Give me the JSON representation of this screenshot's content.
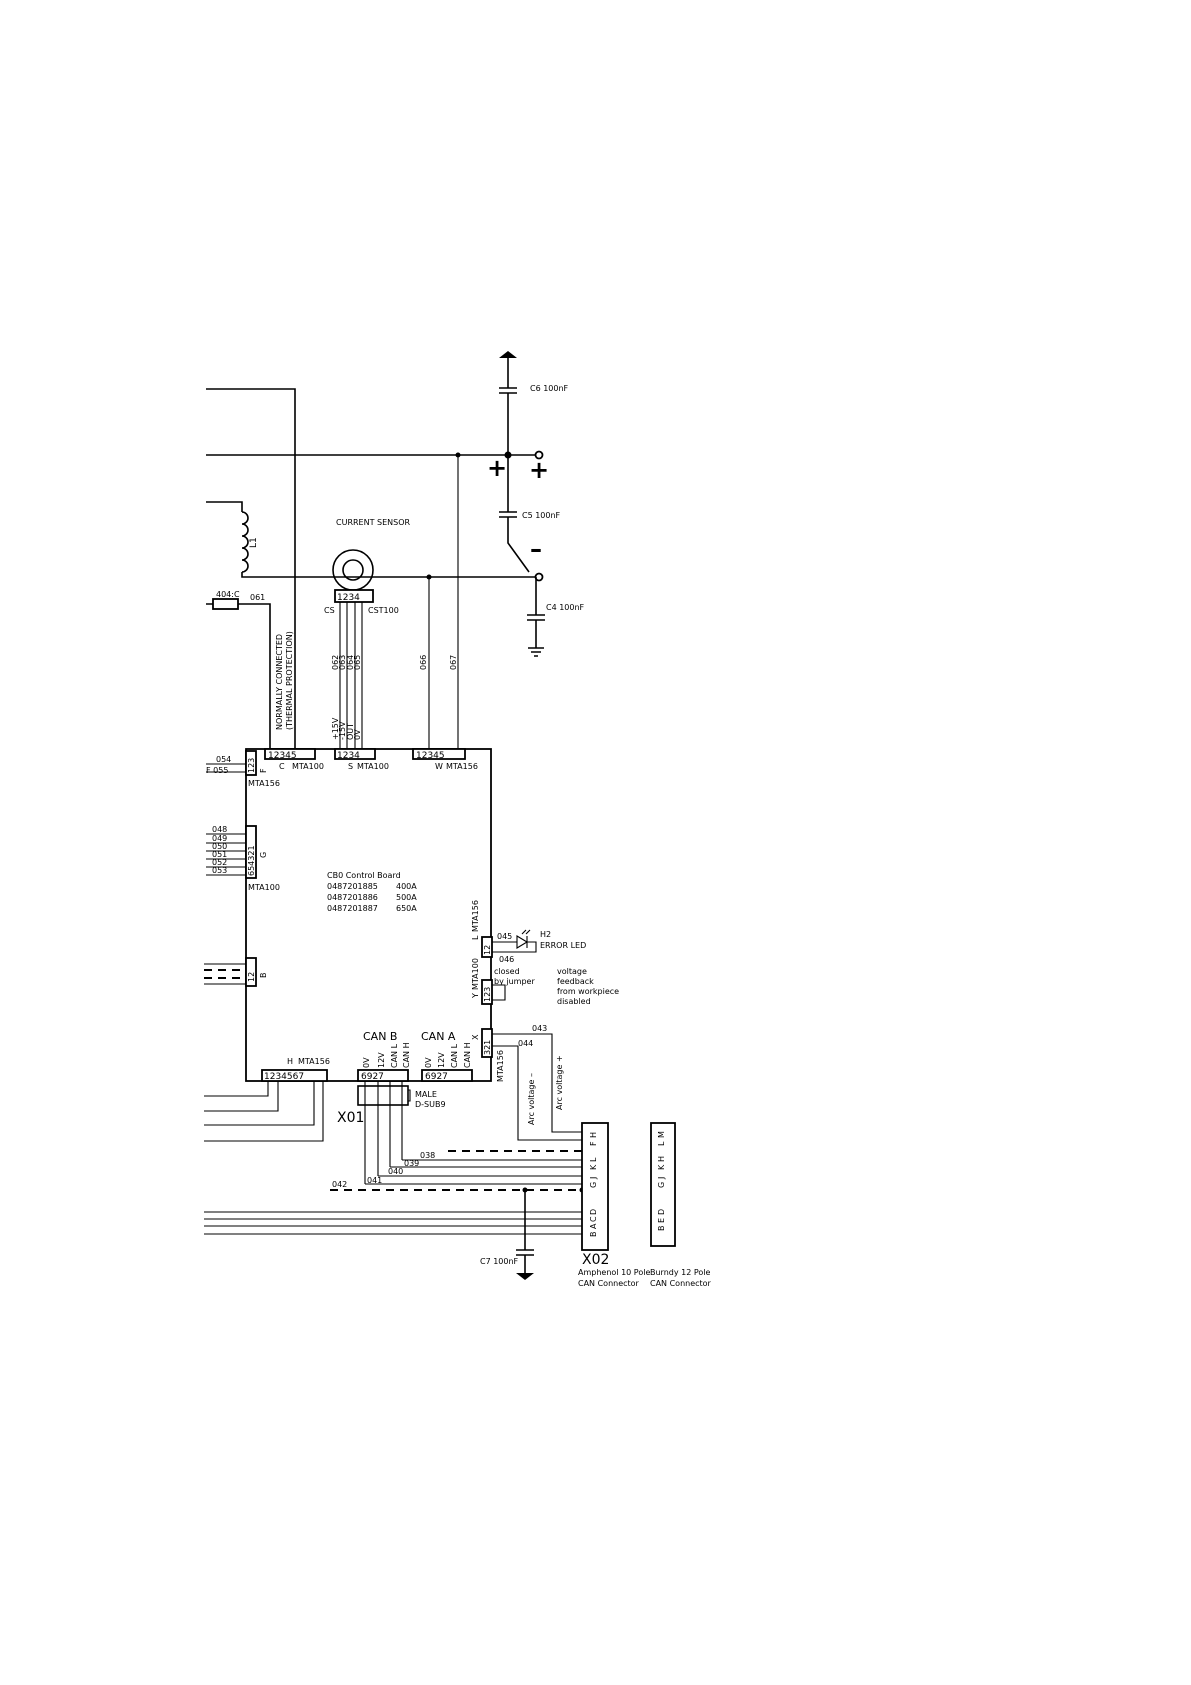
{
  "capacitors": {
    "c6": "C6 100nF",
    "c5": "C5 100nF",
    "c4": "C4 100nF",
    "c7": "C7 100nF"
  },
  "signs": {
    "plus_left": "+",
    "plus_right": "+",
    "minus": "–"
  },
  "inductor": "L1",
  "current_sensor": {
    "title": "CURRENT SENSOR",
    "pins": "1234",
    "name": "CS",
    "type": "CST100",
    "wires": [
      "062",
      "063",
      "064",
      "065"
    ]
  },
  "fuse": {
    "label": "404:C",
    "wire": "061"
  },
  "thermal_note": [
    "NORMALLY CONNECTED",
    "(THERMAL PROTECTION)"
  ],
  "wires_top": {
    "w066": "066",
    "w067": "067"
  },
  "power_labels": [
    "+15V",
    "-15V",
    "OUT",
    "0V"
  ],
  "board": {
    "title": "CB0 Control Board",
    "variants": [
      {
        "part": "0487201885",
        "rating": "400A"
      },
      {
        "part": "0487201886",
        "rating": "500A"
      },
      {
        "part": "0487201887",
        "rating": "650A"
      }
    ]
  },
  "connectors": {
    "C": {
      "pins": "12345",
      "letter": "C",
      "type": "MTA100"
    },
    "S": {
      "pins": "1234",
      "letter": "S",
      "type": "MTA100"
    },
    "W": {
      "pins": "12345",
      "letter": "W",
      "type": "MTA156"
    },
    "F": {
      "pins": "123",
      "letter": "F",
      "type": "MTA156"
    },
    "G": {
      "pins": "654321",
      "letter": "G",
      "type": "MTA100"
    },
    "B": {
      "pins": "12",
      "letter": "B"
    },
    "L": {
      "pins": "12",
      "letter": "L",
      "type": "MTA156"
    },
    "Y": {
      "pins": "123",
      "letter": "Y",
      "type": "MTA100"
    },
    "X": {
      "pins": "321",
      "letter": "X",
      "type": "MTA156"
    },
    "H": {
      "pins": "1234567",
      "letter": "H",
      "type": "MTA156"
    }
  },
  "left_wires": {
    "f": [
      "054",
      "F 055"
    ],
    "g": [
      "048",
      "049",
      "050",
      "051",
      "052",
      "053"
    ]
  },
  "led": {
    "w045": "045",
    "w046": "046",
    "name": "H2",
    "desc": "ERROR LED"
  },
  "jumper_note": [
    "closed",
    "by jumper"
  ],
  "feedback_note": [
    "voltage",
    "feedback",
    "from workpiece",
    "disabled"
  ],
  "arc_wires": {
    "w043": "043",
    "w044": "044"
  },
  "arc_labels": {
    "minus": "Arc voltage –",
    "plus": "Arc voltage +"
  },
  "can": {
    "canB": {
      "title": "CAN B",
      "pins": "6927",
      "signals": [
        "0V",
        "12V",
        "CAN L",
        "CAN H"
      ]
    },
    "canA": {
      "title": "CAN A",
      "pins": "6927",
      "signals": [
        "0V",
        "12V",
        "CAN L",
        "CAN H"
      ]
    }
  },
  "x01": {
    "label": "X01",
    "desc": [
      "MALE",
      "D-SUB9"
    ]
  },
  "can_wires": [
    "038",
    "039",
    "040",
    "041",
    "042"
  ],
  "x02": {
    "label": "X02",
    "pins": [
      "H",
      "F",
      "L",
      "K",
      "J",
      "G",
      "D",
      "C",
      "A",
      "B"
    ],
    "desc": [
      "Amphenol 10 Pole",
      "CAN Connector"
    ]
  },
  "burndy": {
    "pins": [
      "M",
      "L",
      "H",
      "K",
      "J",
      "G",
      "D",
      "E",
      "B"
    ],
    "desc": [
      "Burndy 12 Pole",
      "CAN Connector"
    ]
  }
}
